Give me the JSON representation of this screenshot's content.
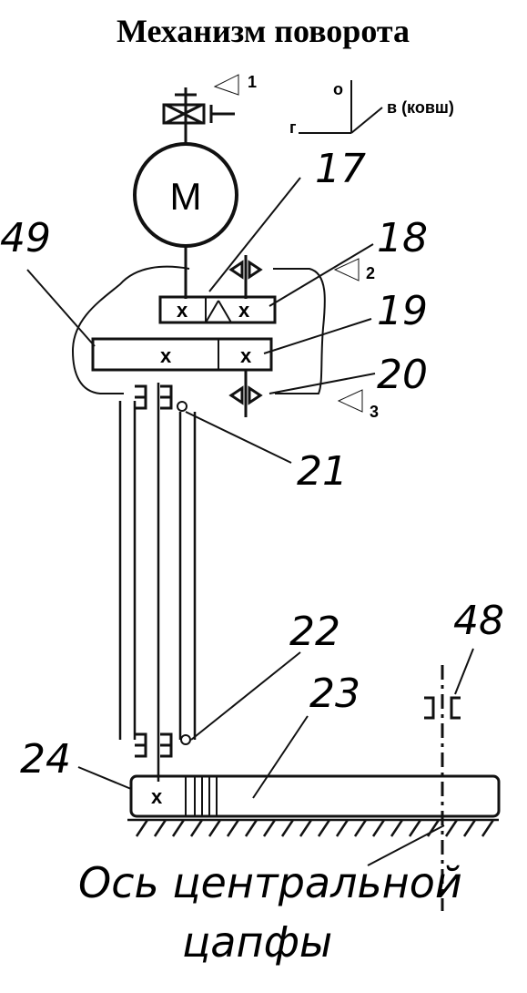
{
  "title": "Механизм поворота",
  "motor_label": "М",
  "gear_mark": "x",
  "axes": {
    "o": "о",
    "g": "г",
    "v": "в (ковш)"
  },
  "view_marks": [
    "1",
    "2",
    "3"
  ],
  "parts": {
    "p17": "17",
    "p18": "18",
    "p19": "19",
    "p20": "20",
    "p21": "21",
    "p22": "22",
    "p23": "23",
    "p24": "24",
    "p48": "48",
    "p49": "49"
  },
  "caption": {
    "line1": "Ось центральной",
    "line2": "цапфы"
  }
}
